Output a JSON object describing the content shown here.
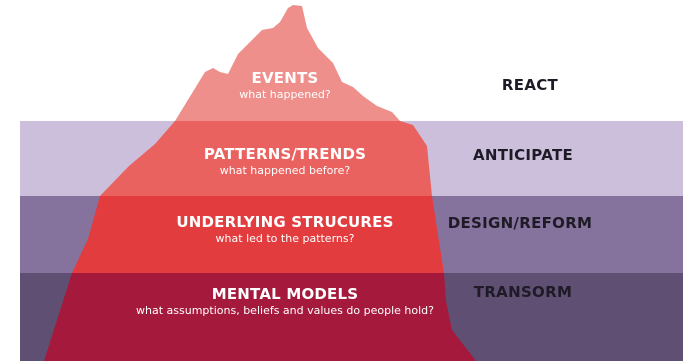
{
  "layers": [
    {
      "title": "EVENTS",
      "subtitle": "what happened?",
      "action": "REACT"
    },
    {
      "title": "PATTERNS/TRENDS",
      "subtitle": "what happened before?",
      "action": "ANTICIPATE"
    },
    {
      "title": "UNDERLYING STRUCURES",
      "subtitle": "what led to the patterns?",
      "action": "DESIGN/REFORM"
    },
    {
      "title": "MENTAL MODELS",
      "subtitle": "what assumptions, beliefs and values do people hold?",
      "action": "TRANSORM"
    }
  ],
  "colors": {
    "band_anticipate": "#cbbfdb",
    "band_design": "#85729d",
    "band_transform": "#5f4f72",
    "layer_events": "#ee8f8c",
    "layer_patterns": "#e9625f",
    "layer_structures": "#e23c3e",
    "layer_models": "#a5193c"
  }
}
